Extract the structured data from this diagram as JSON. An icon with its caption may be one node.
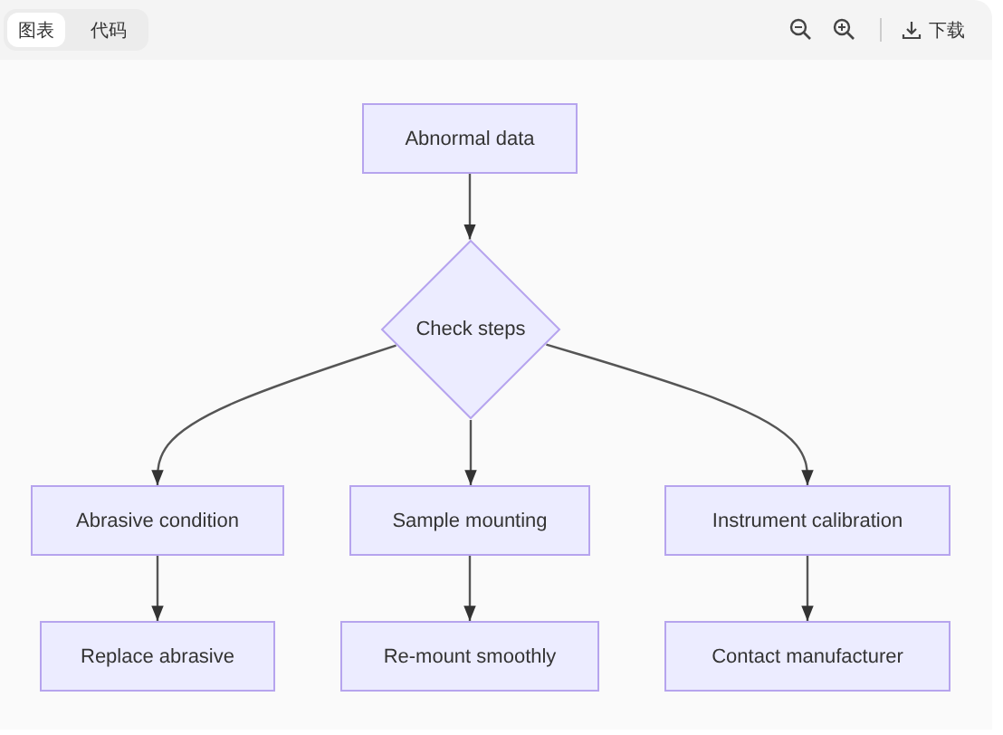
{
  "diagram": {
    "nodes": [
      {
        "text": [
          "Abnormal data"
        ]
      },
      {
        "text": [
          "Check steps"
        ]
      },
      {
        "text": [
          "Abrasive condition"
        ]
      },
      {
        "text": [
          "Sample mounting"
        ]
      },
      {
        "text": [
          "Instrument calibration"
        ]
      },
      {
        "text": [
          "Replace abrasive"
        ]
      },
      {
        "text": [
          "Re-mount smoothly"
        ]
      },
      {
        "text": [
          "Contact manufacturer"
        ]
      }
    ],
    "edges": [
      {
        "from": 0,
        "to": 1,
        "arrow": "to"
      },
      {
        "from": 1,
        "to": 2,
        "arrow": "to"
      },
      {
        "from": 1,
        "to": 3,
        "arrow": "to"
      },
      {
        "from": 1,
        "to": 4,
        "arrow": "to"
      },
      {
        "from": 2,
        "to": 5,
        "arrow": "to"
      },
      {
        "from": 3,
        "to": 6,
        "arrow": "to"
      },
      {
        "from": 4,
        "to": 7,
        "arrow": "to"
      }
    ],
    "labels": [
      "图表",
      "代码",
      "下载"
    ]
  }
}
